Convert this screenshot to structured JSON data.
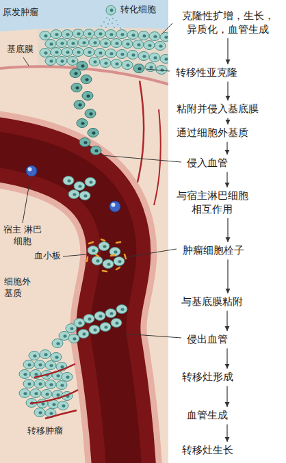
{
  "diagram": {
    "nodes": [
      {
        "text": [
          "克隆性扩增，生长， 异质化，血管生成"
        ]
      },
      {
        "text": [
          "转移性亚克隆"
        ]
      },
      {
        "text": [
          "粘附并侵入基底膜"
        ]
      },
      {
        "text": [
          "通过细胞外基质"
        ]
      },
      {
        "text": [
          "侵入血管"
        ]
      },
      {
        "text": [
          "与宿主淋巴细胞 相互作用"
        ]
      },
      {
        "text": [
          "肿瘤细胞栓子"
        ]
      },
      {
        "text": [
          "与基底膜粘附"
        ]
      },
      {
        "text": [
          "侵出血管"
        ]
      },
      {
        "text": [
          "转移灶形成"
        ]
      },
      {
        "text": [
          "血管生成"
        ]
      },
      {
        "text": [
          "转移灶生长"
        ]
      }
    ],
    "edges": [
      {
        "from": 0,
        "to": 1,
        "arrow": "to"
      },
      {
        "from": 1,
        "to": 2,
        "arrow": "to"
      },
      {
        "from": 2,
        "to": 3,
        "arrow": "to"
      },
      {
        "from": 3,
        "to": 4,
        "arrow": "to"
      },
      {
        "from": 4,
        "to": 5,
        "arrow": "to"
      },
      {
        "from": 5,
        "to": 6,
        "arrow": "to"
      },
      {
        "from": 6,
        "to": 7,
        "arrow": "to"
      },
      {
        "from": 7,
        "to": 8,
        "arrow": "to"
      },
      {
        "from": 8,
        "to": 9,
        "arrow": "to"
      },
      {
        "from": 9,
        "to": 10,
        "arrow": "to"
      },
      {
        "from": 10,
        "to": 11,
        "arrow": "to"
      }
    ],
    "labels": [
      "原发肿瘤",
      "转化细胞",
      "基底膜",
      "宿主 淋巴细胞",
      "血小板",
      "细胞外 基质",
      "转移肿瘤"
    ]
  }
}
